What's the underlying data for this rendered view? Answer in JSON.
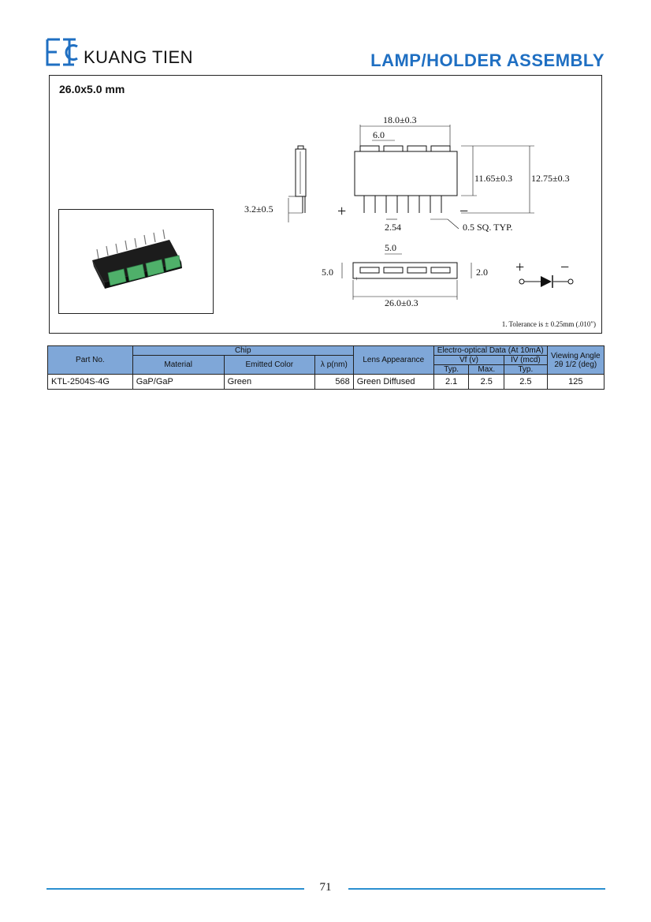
{
  "header": {
    "brand": "KUANG TIEN",
    "title": "LAMP/HOLDER ASSEMBLY"
  },
  "drawing": {
    "size_label": "26.0x5.0 mm",
    "dims": {
      "width_top": "18.0±0.3",
      "pitch_top": "6.0",
      "height_a": "11.65±0.3",
      "height_b": "12.75±0.3",
      "side_pin": "3.2±0.5",
      "pin_pitch": "2.54",
      "pin_size": "0.5 SQ. TYP.",
      "window_pitch": "5.0",
      "body_height": "5.0",
      "body_depth": "2.0",
      "body_length": "26.0±0.3"
    },
    "plus": "+",
    "minus": "−",
    "note": "1. Tolerance is ± 0.25mm (.010\")"
  },
  "table": {
    "headers": {
      "part_no": "Part No.",
      "chip": "Chip",
      "material": "Material",
      "emitted_color": "Emitted Color",
      "lambda": "λ p(nm)",
      "lens": "Lens Appearance",
      "electro": "Electro-optical Data (At 10mA)",
      "vf": "Vf  (v)",
      "iv": "IV  (mcd)",
      "typ": "Typ.",
      "max": "Max.",
      "typ2": "Typ.",
      "viewing": "Viewing Angle 2θ 1/2 (deg)"
    },
    "rows": [
      {
        "part": "KTL-2504S-4G",
        "material": "GaP/GaP",
        "color": "Green",
        "lambda": "568",
        "lens": "Green Diffused",
        "vf_typ": "2.1",
        "vf_max": "2.5",
        "iv_typ": "2.5",
        "angle": "125"
      }
    ]
  },
  "footer": {
    "page": "71"
  }
}
